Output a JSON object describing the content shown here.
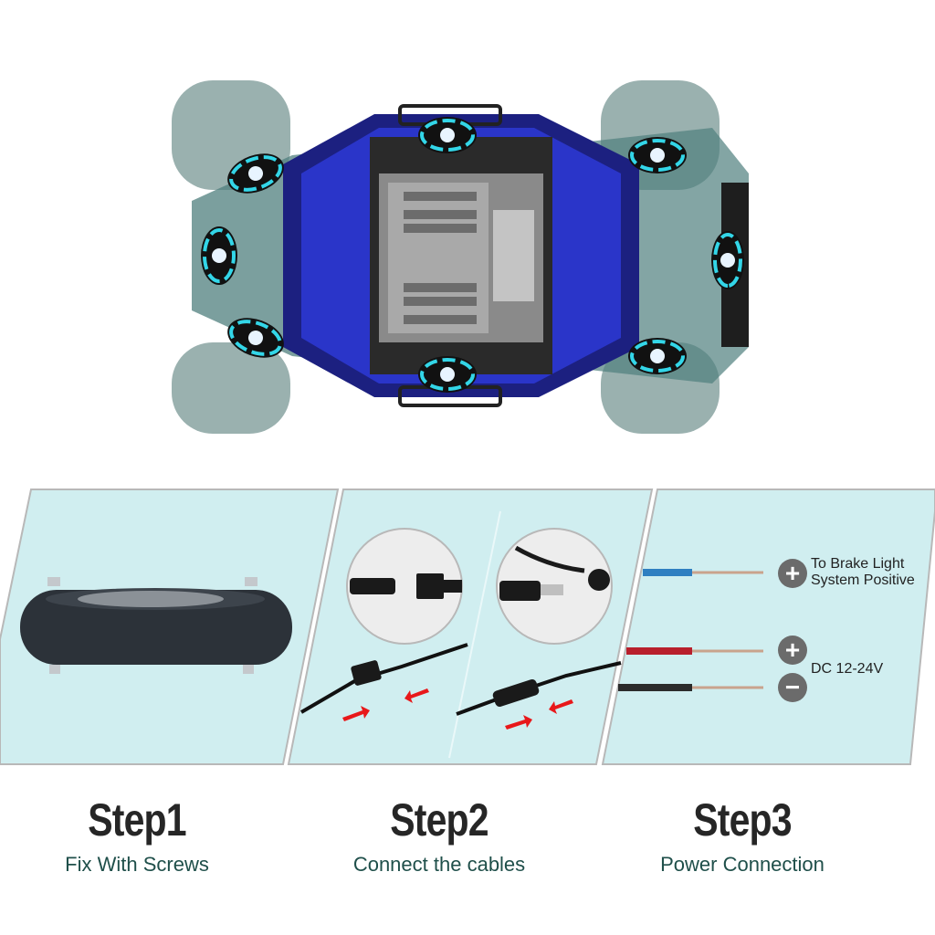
{
  "hero": {
    "subject": "Off-road vehicle underside with 8 LED rock lights",
    "light_count": 8,
    "accent_color": "#33d6e8",
    "body_color": "#2a35c9",
    "tire_color": "#8fa8a6"
  },
  "panels": {
    "background_color": "#d0eef0",
    "border_color": "#b8b8b8",
    "panel1": {
      "illustration": "Rock light pod with mounting screws"
    },
    "panel2": {
      "illustration": "SM connector and DC barrel connector being joined",
      "arrow_color": "#e8181a"
    },
    "panel3": {
      "wires": [
        {
          "color": "#2f7fc1",
          "sign": "+",
          "label": "To Brake Light System Positive"
        },
        {
          "color": "#b81f2c",
          "sign": "+",
          "label": ""
        },
        {
          "color": "#2b2b2b",
          "sign": "−",
          "label": ""
        }
      ],
      "brake_label_line1": "To Brake Light",
      "brake_label_line2": "System Positive",
      "power_label": "DC 12-24V",
      "plus": "+",
      "minus": "−"
    }
  },
  "steps": [
    {
      "title": "Step1",
      "subtitle": "Fix With Screws"
    },
    {
      "title": "Step2",
      "subtitle": "Connect the cables"
    },
    {
      "title": "Step3",
      "subtitle": "Power Connection"
    }
  ]
}
